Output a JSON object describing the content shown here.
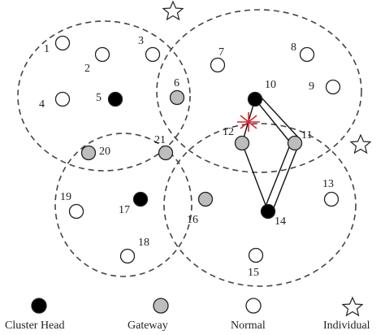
{
  "diagram": {
    "node_colors": {
      "head": "#000000",
      "gateway": "#bdbdbd",
      "normal": "#ffffff"
    },
    "failure_marker_color": "#d9272e",
    "nodes": [
      {
        "id": "1",
        "label": "1",
        "type": "normal"
      },
      {
        "id": "2",
        "label": "2",
        "type": "normal"
      },
      {
        "id": "3",
        "label": "3",
        "type": "normal"
      },
      {
        "id": "4",
        "label": "4",
        "type": "normal"
      },
      {
        "id": "5",
        "label": "5",
        "type": "head"
      },
      {
        "id": "6",
        "label": "6",
        "type": "gateway"
      },
      {
        "id": "7",
        "label": "7",
        "type": "normal"
      },
      {
        "id": "8",
        "label": "8",
        "type": "normal"
      },
      {
        "id": "9",
        "label": "9",
        "type": "normal"
      },
      {
        "id": "10",
        "label": "10",
        "type": "head"
      },
      {
        "id": "11",
        "label": "11",
        "type": "gateway"
      },
      {
        "id": "12",
        "label": "12",
        "type": "gateway"
      },
      {
        "id": "13",
        "label": "13",
        "type": "normal"
      },
      {
        "id": "14",
        "label": "14",
        "type": "head"
      },
      {
        "id": "15",
        "label": "15",
        "type": "normal"
      },
      {
        "id": "16",
        "label": "16",
        "type": "gateway"
      },
      {
        "id": "17",
        "label": "17",
        "type": "head"
      },
      {
        "id": "18",
        "label": "18",
        "type": "normal"
      },
      {
        "id": "19",
        "label": "19",
        "type": "normal"
      },
      {
        "id": "20",
        "label": "20",
        "type": "gateway"
      },
      {
        "id": "21",
        "label": "21",
        "type": "gateway"
      }
    ],
    "legend": {
      "head": "Cluster Head",
      "gateway": "Gateway",
      "normal": "Normal",
      "individual": "Individual"
    }
  }
}
